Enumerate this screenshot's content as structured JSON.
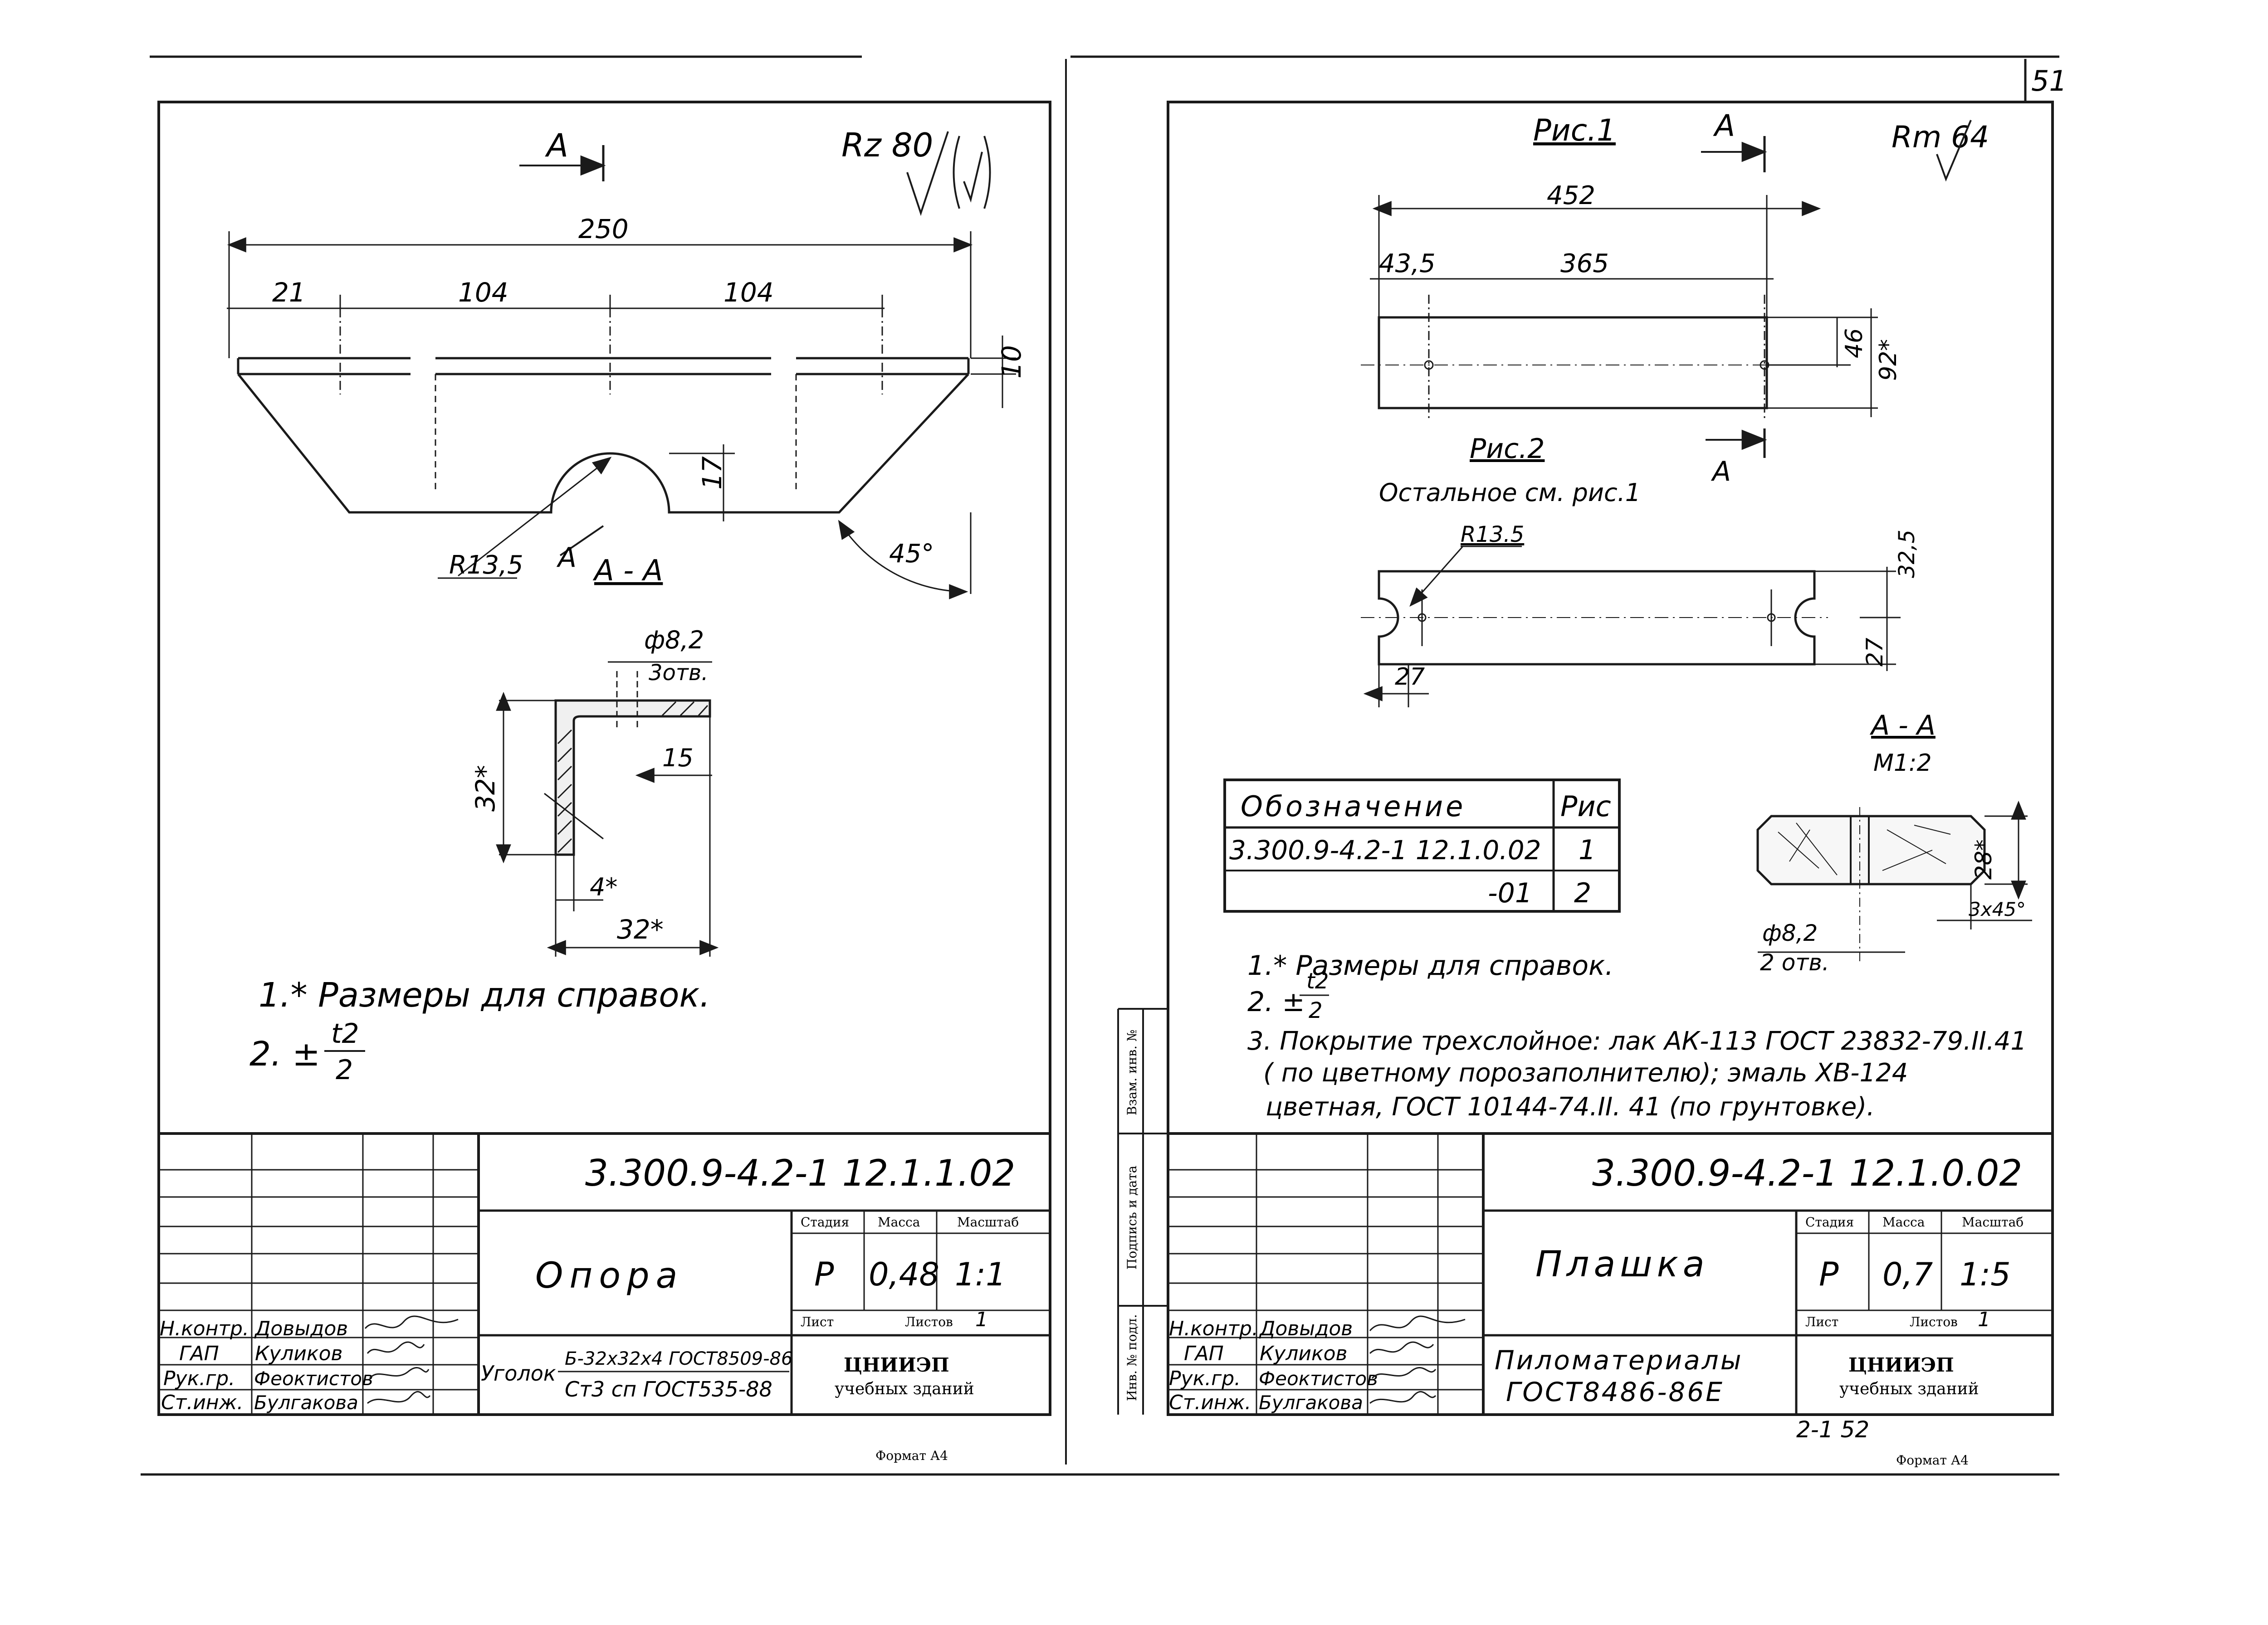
{
  "page_number": "51",
  "bottom_page_ref": "2-1      52",
  "sheet_format": "Формат А4",
  "stamp_vertical": [
    "Взам. инв. №",
    "Подпись и дата",
    "Инв. № подл."
  ],
  "left_sheet": {
    "roughness": "Rz 80",
    "section_mark": "А",
    "section_label": "А - А",
    "dims": {
      "overall": "250",
      "d21": "21",
      "d104a": "104",
      "d104b": "104",
      "d10": "10",
      "d17": "17",
      "r135": "R13,5",
      "angle45": "45°",
      "phi82": "ф8,2",
      "holes3": "3отв.",
      "d15": "15",
      "d32v": "32*",
      "d4": "4*",
      "d32h": "32*"
    },
    "notes": [
      "1.* Размеры для справок.",
      "2. ±",
      "t2",
      "2"
    ],
    "title_block": {
      "doc_code": "3.300.9-4.2-1   12.1.1.02",
      "part_name": "Опора",
      "hdr_stage": "Стадия",
      "hdr_mass": "Масса",
      "hdr_scale": "Масштаб",
      "stage": "Р",
      "mass": "0,48",
      "scale": "1:1",
      "sheet_lbl": "Лист",
      "sheets_lbl": "Листов",
      "sheets": "1",
      "roles": [
        "Н.контр.",
        "ГАП",
        "Рук.гр.",
        "Ст.инж."
      ],
      "names": [
        "Довыдов",
        "Куликов",
        "Феоктистов",
        "Булгакова"
      ],
      "material_prefix": "Уголок",
      "material_top": "Б-32х32х4 ГОСТ8509-86",
      "material_bottom": "Ст3 сп ГОСТ535-88",
      "org_line1": "ЦНИИЭП",
      "org_line2": "учебных зданий"
    }
  },
  "right_sheet": {
    "fig1": "Рис.1",
    "fig2": "Рис.2",
    "fig2_note": "Остальное см. рис.1",
    "roughness": "Rm 64",
    "section_mark": "А",
    "dims": {
      "d452": "452",
      "d435": "43,5",
      "d365": "365",
      "d46": "46",
      "d92": "92*",
      "r135": "R13.5",
      "d27h": "27",
      "d325": "32,5",
      "d27v": "27",
      "d28": "28*",
      "chamfer": "3х45°",
      "phi82": "ф8,2",
      "holes2": "2 отв."
    },
    "section_label": "А - А",
    "section_scale": "М1:2",
    "table": {
      "headers": [
        "Обозначение",
        "Рис"
      ],
      "rows": [
        [
          "3.300.9-4.2-1 12.1.0.02",
          "1"
        ],
        [
          "-01",
          "2"
        ]
      ]
    },
    "notes": [
      "1.* Размеры для справок.",
      "2. ±",
      "t2",
      "2",
      "3. Покрытие трехслойное: лак АК-113 ГОСТ 23832-79.II.41",
      "( по цветному порозаполнителю); эмаль ХВ-124",
      "цветная, ГОСТ 10144-74.II. 41 (по грунтовке)."
    ],
    "title_block": {
      "doc_code": "3.300.9-4.2-1   12.1.0.02",
      "part_name": "Плашка",
      "hdr_stage": "Стадия",
      "hdr_mass": "Масса",
      "hdr_scale": "Масштаб",
      "stage": "Р",
      "mass": "0,7",
      "scale": "1:5",
      "sheet_lbl": "Лист",
      "sheets_lbl": "Листов",
      "sheets": "1",
      "roles": [
        "Н.контр.",
        "ГАП",
        "Рук.гр.",
        "Ст.инж."
      ],
      "names": [
        "Довыдов",
        "Куликов",
        "Феоктистов",
        "Булгакова"
      ],
      "material_top": "Пиломатериалы",
      "material_bottom": "ГОСТ8486-86Е",
      "org_line1": "ЦНИИЭП",
      "org_line2": "учебных зданий"
    }
  }
}
